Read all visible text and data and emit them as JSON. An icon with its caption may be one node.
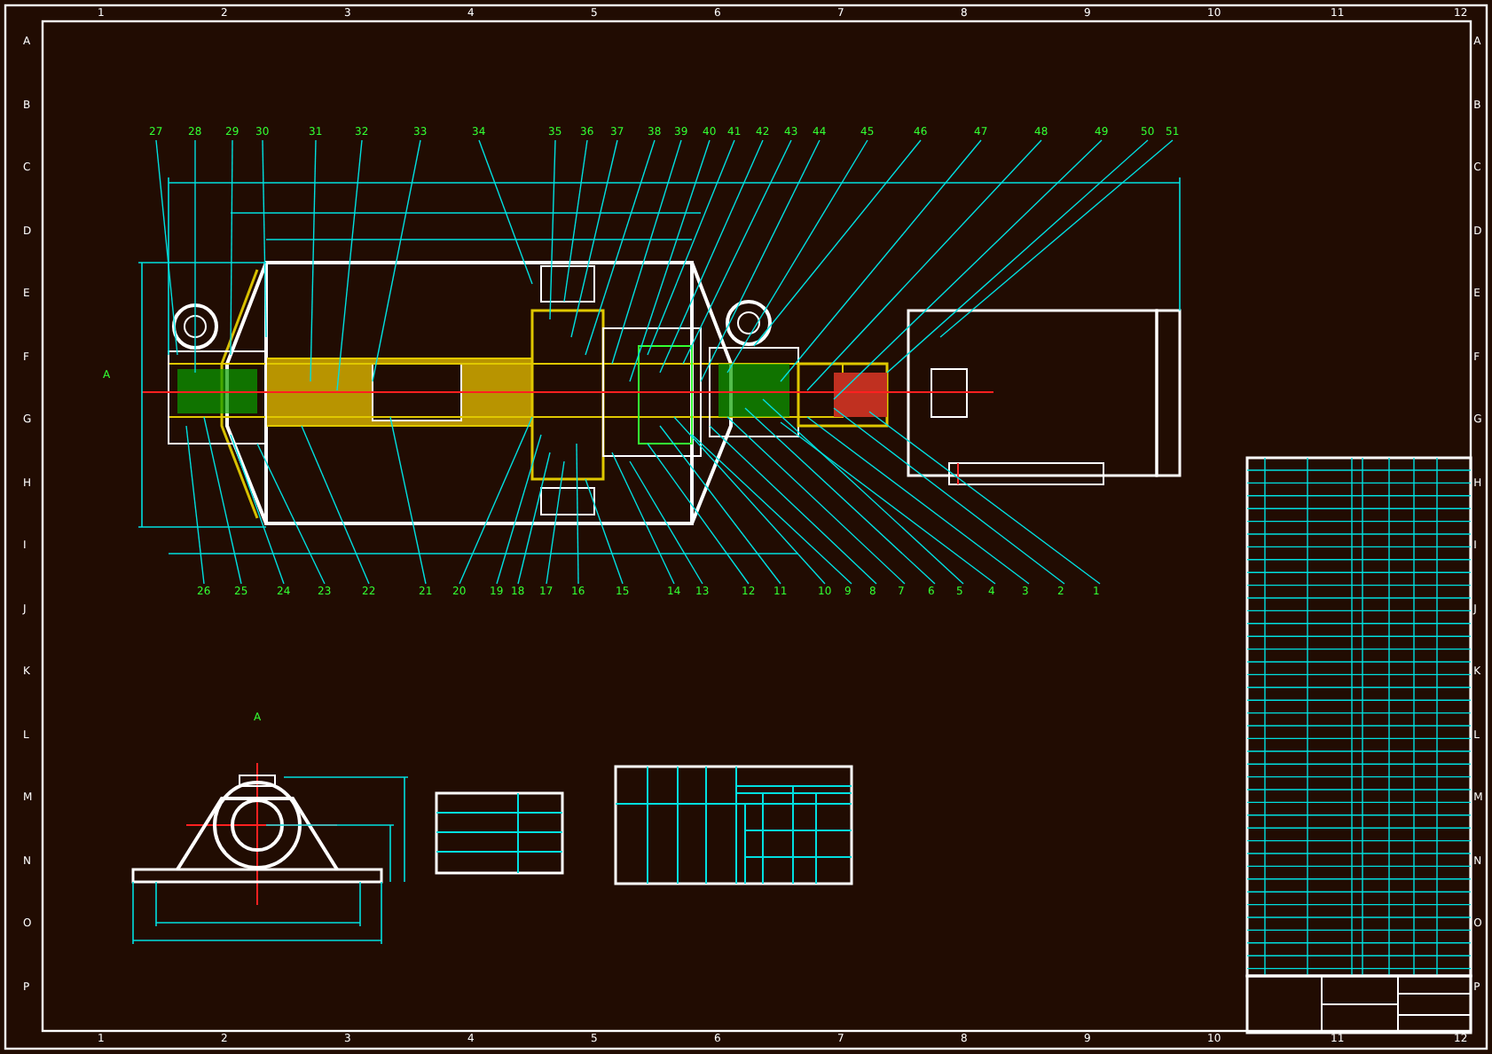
{
  "diagram": {
    "nodes": [
      {
        "text": [
          "27"
        ]
      },
      {
        "text": [
          "28"
        ]
      },
      {
        "text": [
          "29"
        ]
      },
      {
        "text": [
          "30"
        ]
      },
      {
        "text": [
          "31"
        ]
      },
      {
        "text": [
          "32"
        ]
      },
      {
        "text": [
          "33"
        ]
      },
      {
        "text": [
          "34"
        ]
      },
      {
        "text": [
          "35"
        ]
      },
      {
        "text": [
          "36"
        ]
      },
      {
        "text": [
          "37"
        ]
      },
      {
        "text": [
          "38"
        ]
      },
      {
        "text": [
          "39"
        ]
      },
      {
        "text": [
          "40"
        ]
      },
      {
        "text": [
          "41"
        ]
      },
      {
        "text": [
          "42"
        ]
      },
      {
        "text": [
          "43"
        ]
      },
      {
        "text": [
          "44"
        ]
      },
      {
        "text": [
          "45"
        ]
      },
      {
        "text": [
          "46"
        ]
      },
      {
        "text": [
          "47"
        ]
      },
      {
        "text": [
          "48"
        ]
      },
      {
        "text": [
          "49"
        ]
      },
      {
        "text": [
          "50"
        ]
      },
      {
        "text": [
          "51"
        ]
      },
      {
        "text": [
          "26"
        ]
      },
      {
        "text": [
          "25"
        ]
      },
      {
        "text": [
          "24"
        ]
      },
      {
        "text": [
          "23"
        ]
      },
      {
        "text": [
          "22"
        ]
      },
      {
        "text": [
          "21"
        ]
      },
      {
        "text": [
          "20"
        ]
      },
      {
        "text": [
          "19"
        ]
      },
      {
        "text": [
          "18"
        ]
      },
      {
        "text": [
          "17"
        ]
      },
      {
        "text": [
          "16"
        ]
      },
      {
        "text": [
          "15"
        ]
      },
      {
        "text": [
          "14"
        ]
      },
      {
        "text": [
          "13"
        ]
      },
      {
        "text": [
          "12"
        ]
      },
      {
        "text": [
          "11"
        ]
      },
      {
        "text": [
          "10"
        ]
      },
      {
        "text": [
          "9"
        ]
      },
      {
        "text": [
          "8"
        ]
      },
      {
        "text": [
          "7"
        ]
      },
      {
        "text": [
          "6"
        ]
      },
      {
        "text": [
          "5"
        ]
      },
      {
        "text": [
          "4"
        ]
      },
      {
        "text": [
          "3"
        ]
      },
      {
        "text": [
          "2"
        ]
      },
      {
        "text": [
          "1"
        ]
      }
    ],
    "edges": [
      {
        "from": 0,
        "to": null,
        "arrow": "none"
      },
      {
        "from": 1,
        "to": null,
        "arrow": "none"
      },
      {
        "from": 2,
        "to": null,
        "arrow": "none"
      },
      {
        "from": 3,
        "to": null,
        "arrow": "none"
      },
      {
        "from": 4,
        "to": null,
        "arrow": "none"
      },
      {
        "from": 5,
        "to": null,
        "arrow": "none"
      },
      {
        "from": 6,
        "to": null,
        "arrow": "none"
      },
      {
        "from": 7,
        "to": null,
        "arrow": "none"
      },
      {
        "from": 8,
        "to": null,
        "arrow": "none"
      },
      {
        "from": 9,
        "to": null,
        "arrow": "none"
      },
      {
        "from": 10,
        "to": null,
        "arrow": "none"
      },
      {
        "from": 11,
        "to": null,
        "arrow": "none"
      },
      {
        "from": 12,
        "to": null,
        "arrow": "none"
      },
      {
        "from": 13,
        "to": null,
        "arrow": "none"
      },
      {
        "from": 14,
        "to": null,
        "arrow": "none"
      },
      {
        "from": 15,
        "to": null,
        "arrow": "none"
      },
      {
        "from": 16,
        "to": null,
        "arrow": "none"
      },
      {
        "from": 17,
        "to": null,
        "arrow": "none"
      },
      {
        "from": 18,
        "to": null,
        "arrow": "none"
      },
      {
        "from": 19,
        "to": null,
        "arrow": "none"
      },
      {
        "from": 20,
        "to": null,
        "arrow": "none"
      },
      {
        "from": 21,
        "to": null,
        "arrow": "none"
      },
      {
        "from": 22,
        "to": null,
        "arrow": "none"
      },
      {
        "from": 23,
        "to": null,
        "arrow": "none"
      },
      {
        "from": 24,
        "to": null,
        "arrow": "none"
      },
      {
        "from": 25,
        "to": null,
        "arrow": "none"
      },
      {
        "from": 26,
        "to": null,
        "arrow": "none"
      },
      {
        "from": 27,
        "to": null,
        "arrow": "none"
      },
      {
        "from": 28,
        "to": null,
        "arrow": "none"
      },
      {
        "from": 29,
        "to": null,
        "arrow": "none"
      },
      {
        "from": 30,
        "to": null,
        "arrow": "none"
      },
      {
        "from": 31,
        "to": null,
        "arrow": "none"
      },
      {
        "from": 32,
        "to": null,
        "arrow": "none"
      },
      {
        "from": 33,
        "to": null,
        "arrow": "none"
      },
      {
        "from": 34,
        "to": null,
        "arrow": "none"
      },
      {
        "from": 35,
        "to": null,
        "arrow": "none"
      },
      {
        "from": 36,
        "to": null,
        "arrow": "none"
      },
      {
        "from": 37,
        "to": null,
        "arrow": "none"
      },
      {
        "from": 38,
        "to": null,
        "arrow": "none"
      },
      {
        "from": 39,
        "to": null,
        "arrow": "none"
      },
      {
        "from": 40,
        "to": null,
        "arrow": "none"
      },
      {
        "from": 41,
        "to": null,
        "arrow": "none"
      },
      {
        "from": 42,
        "to": null,
        "arrow": "none"
      },
      {
        "from": 43,
        "to": null,
        "arrow": "none"
      },
      {
        "from": 44,
        "to": null,
        "arrow": "none"
      },
      {
        "from": 45,
        "to": null,
        "arrow": "none"
      },
      {
        "from": 46,
        "to": null,
        "arrow": "none"
      },
      {
        "from": 47,
        "to": null,
        "arrow": "none"
      },
      {
        "from": 48,
        "to": null,
        "arrow": "none"
      },
      {
        "from": 49,
        "to": null,
        "arrow": "none"
      },
      {
        "from": 50,
        "to": null,
        "arrow": "none"
      }
    ],
    "labels": [
      "1",
      "2",
      "3",
      "4",
      "5",
      "6",
      "7",
      "8",
      "9",
      "10",
      "11",
      "12",
      "A",
      "B",
      "C",
      "D",
      "E",
      "F",
      "G",
      "H",
      "I",
      "J",
      "K",
      "L",
      "M",
      "N",
      "O",
      "P",
      "A",
      "B",
      "C",
      "D",
      "E",
      "F",
      "G",
      "H",
      "I",
      "J",
      "K",
      "L",
      "M",
      "N",
      "O",
      "P",
      "A",
      "A",
      "1",
      "2",
      "3",
      "4",
      "5",
      "6",
      "7",
      "8",
      "9",
      "10",
      "11",
      "12"
    ]
  }
}
